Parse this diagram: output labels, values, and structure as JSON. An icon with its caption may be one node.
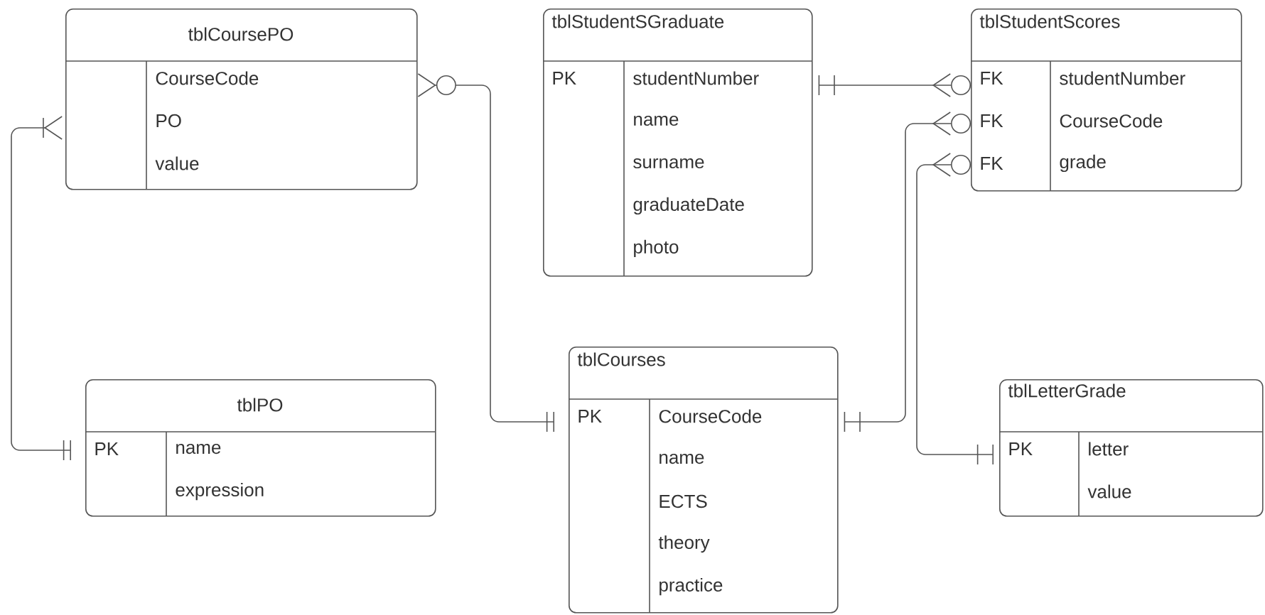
{
  "diagram": {
    "nodes": [
      {
        "text": [
          "tblCoursePO",
          "CourseCode",
          "PO",
          "value"
        ]
      },
      {
        "text": [
          "tblStudentSGraduate",
          "PK",
          "studentNumber",
          "name",
          "surname",
          "graduateDate",
          "photo"
        ]
      },
      {
        "text": [
          "tblStudentScores",
          "FK",
          "studentNumber",
          "FK",
          "CourseCode",
          "FK",
          "grade"
        ]
      },
      {
        "text": [
          "tblPO",
          "PK",
          "name",
          "expression"
        ]
      },
      {
        "text": [
          "tblCourses",
          "PK",
          "CourseCode",
          "name",
          "ECTS",
          "theory",
          "practice"
        ]
      },
      {
        "text": [
          "tblLetterGrade",
          "PK",
          "letter",
          "value"
        ]
      }
    ],
    "edges": [
      {
        "from": 0,
        "to": 3,
        "arrow": "other"
      },
      {
        "from": 0,
        "to": 4,
        "arrow": "other"
      },
      {
        "from": 1,
        "to": 2,
        "arrow": "other"
      },
      {
        "from": 4,
        "to": 2,
        "arrow": "other"
      },
      {
        "from": 5,
        "to": 2,
        "arrow": "other"
      }
    ]
  }
}
